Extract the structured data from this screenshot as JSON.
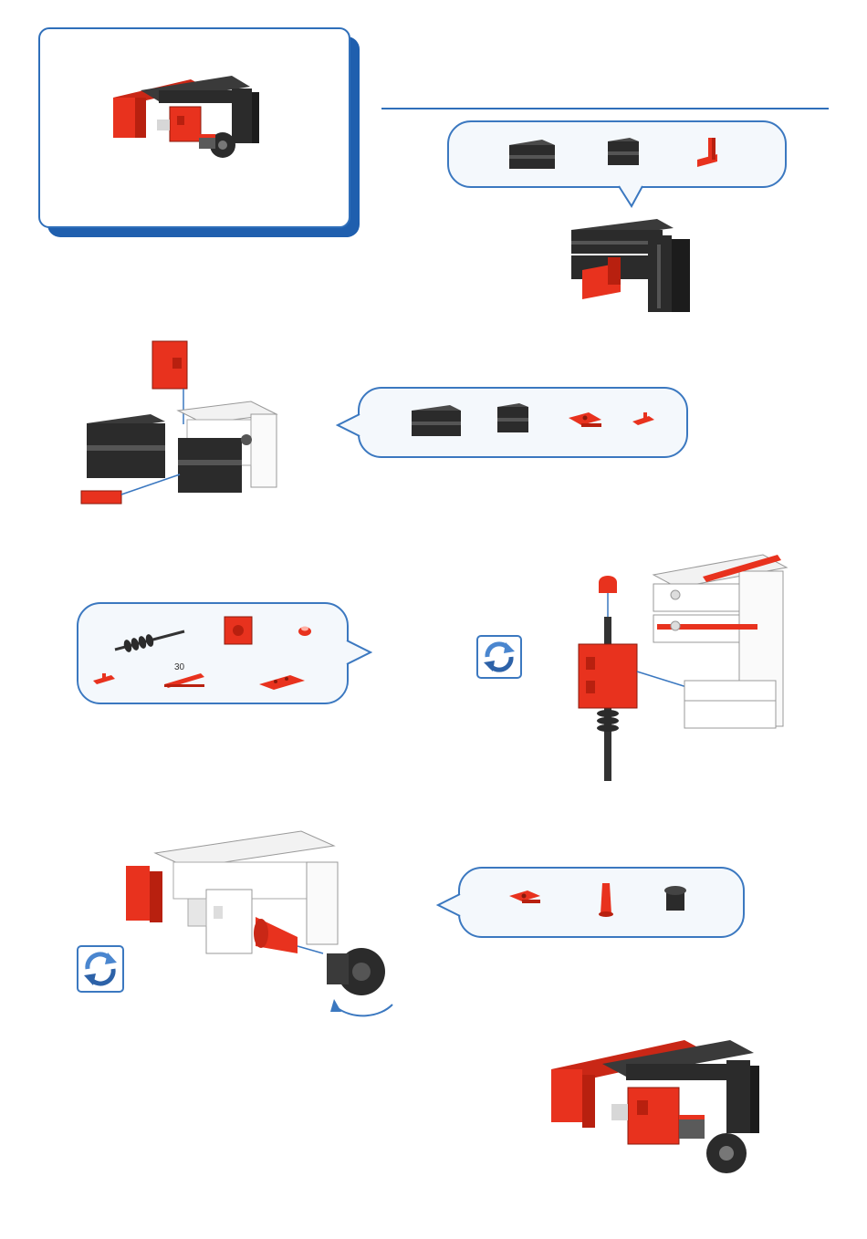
{
  "page": {
    "background": "#ffffff",
    "accent_color": "#2f6fba",
    "part_red": "#e8321e",
    "part_black": "#2b2b2b"
  },
  "step2_parts": {
    "label_30": "30"
  },
  "icons": [
    "model-preview-illustration",
    "assembly-step-1-illustration",
    "assembly-step-2-illustration",
    "assembly-step-3-illustration",
    "assembly-step-4-illustration",
    "finished-assembly-illustration",
    "rotate-icon"
  ]
}
